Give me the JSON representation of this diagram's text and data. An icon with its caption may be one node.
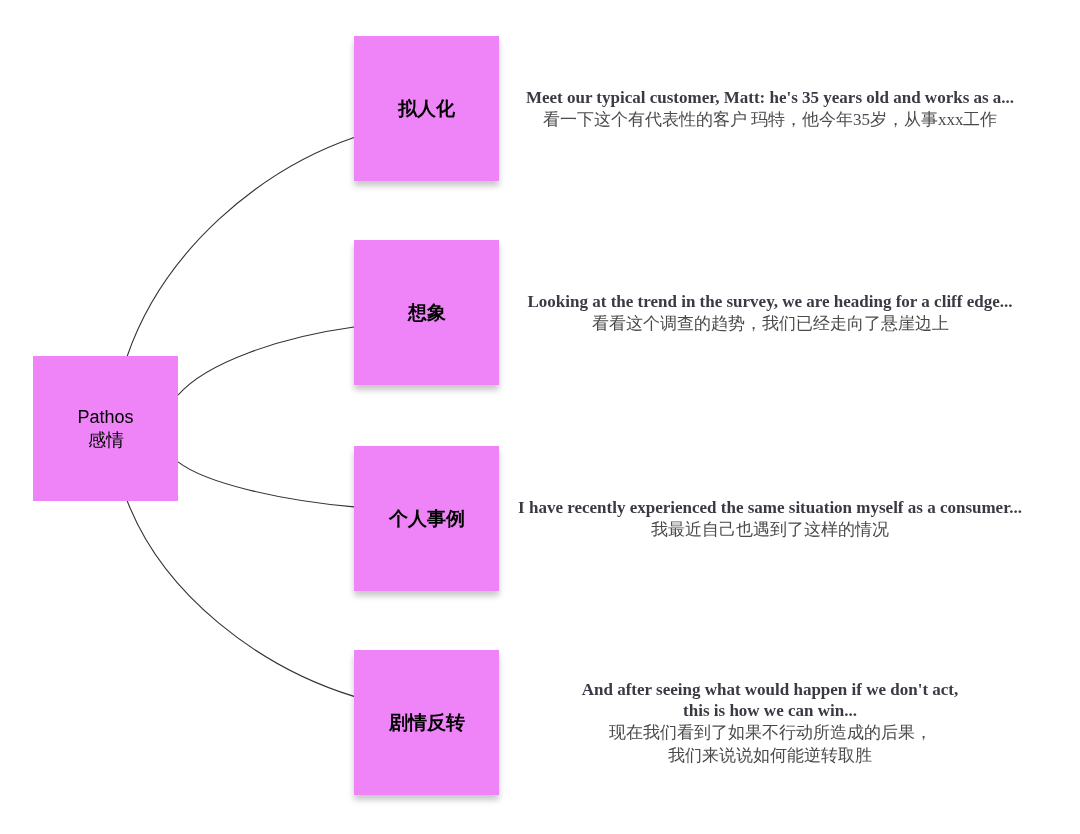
{
  "diagram": {
    "nodes": [
      {
        "text": [
          "Pathos",
          "感情"
        ]
      },
      {
        "text": [
          "拟人化"
        ],
        "beside": [
          "Meet our typical customer, Matt: he's 35 years old and works as a...",
          "看一下这个有代表性的客户 玛特，他今年35岁，从事xxx工作"
        ]
      },
      {
        "text": [
          "想象"
        ],
        "beside": [
          "Looking at the trend in the survey, we are heading for a cliff edge...",
          "看看这个调查的趋势，我们已经走向了悬崖边上"
        ]
      },
      {
        "text": [
          "个人事例"
        ],
        "beside": [
          "I have recently experienced the same situation myself as a consumer...",
          "我最近自己也遇到了这样的情况"
        ]
      },
      {
        "text": [
          "剧情反转"
        ],
        "beside": [
          "And after seeing what would happen if we don't act, this is how we can win...",
          "现在我们看到了如果不行动所造成的后果，我们来说说如何能逆转取胜"
        ]
      }
    ],
    "edges": [
      {
        "from": 0,
        "to": 1,
        "arrow": "none"
      },
      {
        "from": 0,
        "to": 2,
        "arrow": "none"
      },
      {
        "from": 0,
        "to": 3,
        "arrow": "none"
      },
      {
        "from": 0,
        "to": 4,
        "arrow": "none"
      }
    ]
  }
}
